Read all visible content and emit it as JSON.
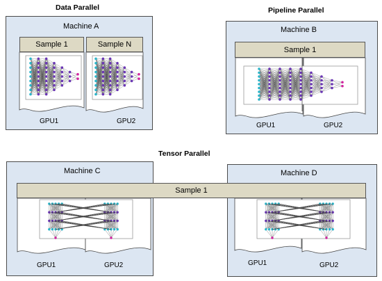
{
  "titles": {
    "data_parallel": "Data Parallel",
    "pipeline_parallel": "Pipeline Parallel",
    "tensor_parallel": "Tensor  Parallel"
  },
  "machines": {
    "a": "Machine A",
    "b": "Machine B",
    "c": "Machine C",
    "d": "Machine D"
  },
  "samples": {
    "a1": "Sample 1",
    "an": "Sample N",
    "b1": "Sample 1",
    "tensor": "Sample 1"
  },
  "gpus": {
    "a1": "GPU1",
    "a2": "GPU2",
    "b1": "GPU1",
    "b2": "GPU2",
    "c1": "GPU1",
    "c2": "GPU2",
    "d1": "GPU1",
    "d2": "GPU2"
  },
  "colors": {
    "machine_fill": "#dce6f2",
    "sample_fill": "#ddd9c4",
    "node_cyan": "#2bb5c9",
    "node_purple": "#6a35b5",
    "node_magenta": "#d0229e",
    "edge": "#444444"
  }
}
